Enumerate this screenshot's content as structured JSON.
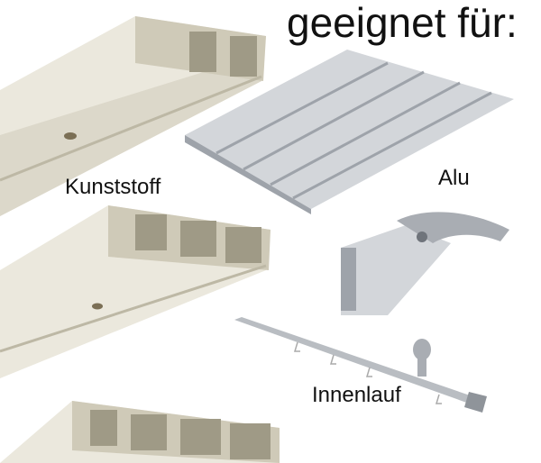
{
  "title": "geeignet für:",
  "labels": {
    "kunststoff": "Kunststoff",
    "alu": "Alu",
    "innenlauf": "Innenlauf"
  },
  "products": [
    {
      "name": "kunststoff-rail-top",
      "material": "Kunststoff"
    },
    {
      "name": "kunststoff-rail-middle",
      "material": "Kunststoff"
    },
    {
      "name": "kunststoff-rail-bottom",
      "material": "Kunststoff"
    },
    {
      "name": "alu-multi-track-rail",
      "material": "Alu"
    },
    {
      "name": "alu-rail-with-bracket",
      "material": "Alu"
    },
    {
      "name": "innenlauf-rod",
      "material": "Innenlauf"
    }
  ],
  "colors": {
    "background": "#ffffff",
    "plastic": "#ebe8dd",
    "plastic_shadow": "#bdb8a5",
    "aluminium": "#d3d6da",
    "aluminium_shadow": "#9ea3aa",
    "steel": "#a9adb3",
    "text": "#111111"
  }
}
